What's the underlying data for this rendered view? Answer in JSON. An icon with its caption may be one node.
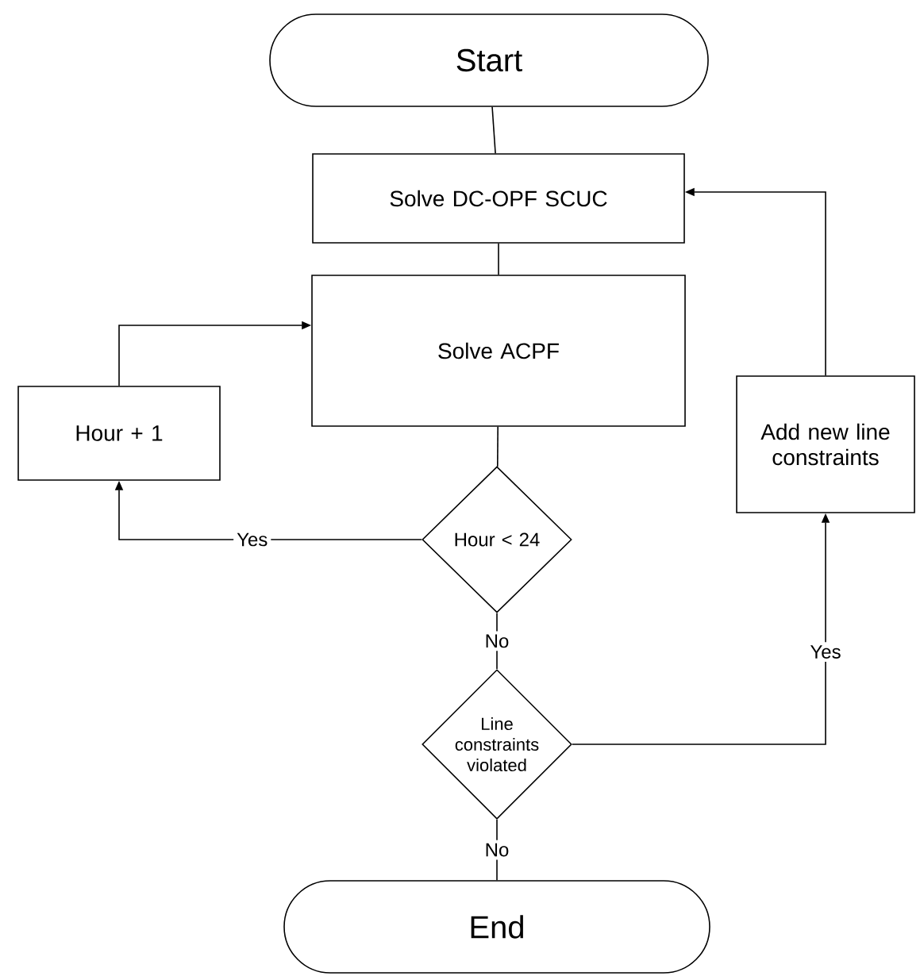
{
  "diagram": {
    "nodes": [
      {
        "text": [
          "Start"
        ]
      },
      {
        "text": [
          "Solve DC-OPF SCUC"
        ]
      },
      {
        "text": [
          "Solve ACPF"
        ]
      },
      {
        "text": [
          "Hour + 1"
        ]
      },
      {
        "text": [
          "Hour < 24"
        ]
      },
      {
        "text": [
          "Line constraints violated"
        ]
      },
      {
        "text": [
          "End"
        ]
      },
      {
        "text": [
          "Add new line constraints"
        ]
      }
    ],
    "edges": [
      {
        "from": 0,
        "to": 1,
        "arrow": "none"
      },
      {
        "from": 1,
        "to": 2,
        "arrow": "none"
      },
      {
        "from": 2,
        "to": 4,
        "arrow": "none"
      },
      {
        "from": 4,
        "to": 3,
        "arrow": "to",
        "label": "Yes"
      },
      {
        "from": 3,
        "to": 2,
        "arrow": "to"
      },
      {
        "from": 4,
        "to": 5,
        "arrow": "none",
        "label": "No"
      },
      {
        "from": 5,
        "to": 6,
        "arrow": "none",
        "label": "No"
      },
      {
        "from": 5,
        "to": 7,
        "arrow": "to",
        "label": "Yes"
      },
      {
        "from": 7,
        "to": 1,
        "arrow": "to"
      }
    ]
  }
}
